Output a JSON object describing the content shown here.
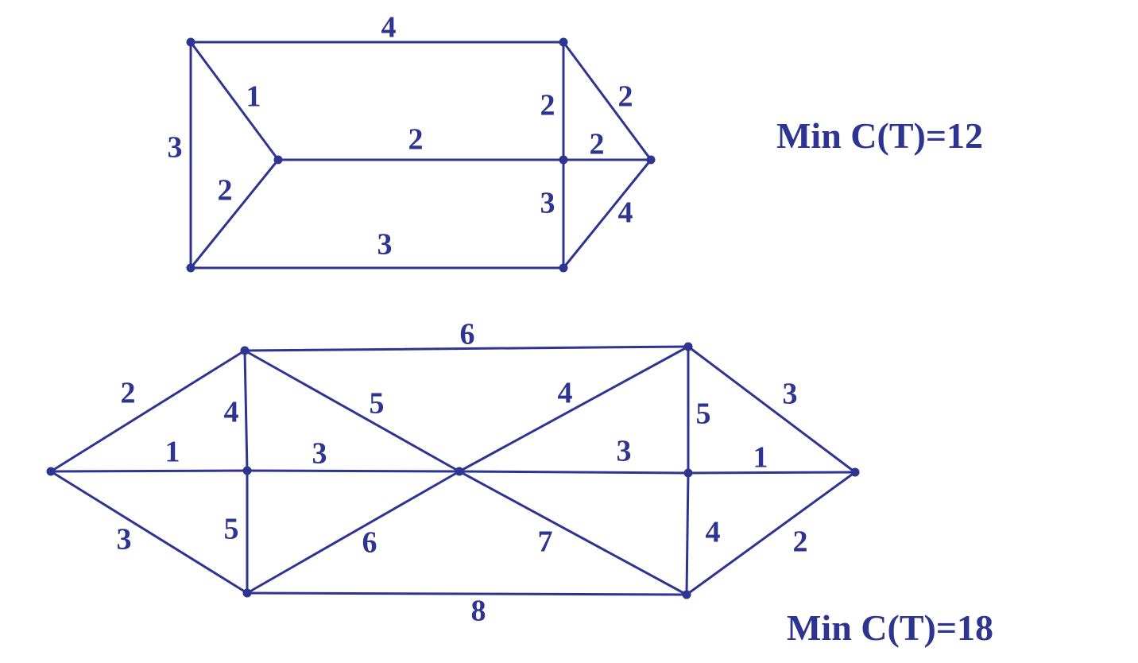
{
  "graphs": [
    {
      "id": "graph-1",
      "result_label": "Min C(T)=12",
      "edge_weights": [
        "4",
        "1",
        "3",
        "2",
        "2",
        "2",
        "2",
        "2",
        "3",
        "3",
        "4"
      ]
    },
    {
      "id": "graph-2",
      "result_label": "Min C(T)=18",
      "edge_weights": [
        "6",
        "2",
        "4",
        "5",
        "1",
        "3",
        "4",
        "3",
        "5",
        "3",
        "1",
        "3",
        "5",
        "6",
        "7",
        "4",
        "2",
        "8"
      ]
    }
  ],
  "colors": {
    "ink": "#2e3590",
    "background": "#ffffff"
  }
}
